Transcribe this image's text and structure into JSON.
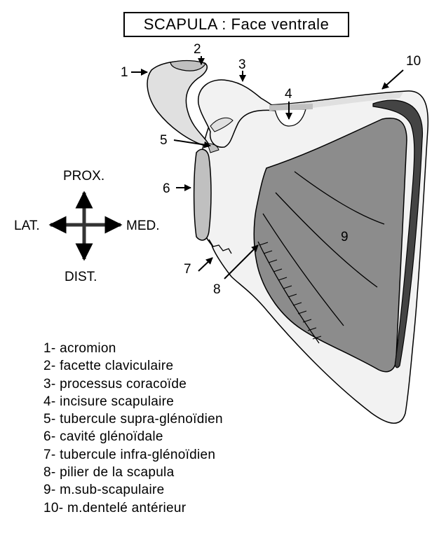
{
  "title": "SCAPULA : Face ventrale",
  "colors": {
    "bone_light": "#f2f2f2",
    "bone_medium": "#e0e0e0",
    "glenoid": "#c0c0c0",
    "subscapularis": "#8c8c8c",
    "serratus": "#444444",
    "outline": "#000000"
  },
  "orientation": {
    "prox": "PROX.",
    "dist": "DIST.",
    "lat": "LAT.",
    "med": "MED."
  },
  "markers": {
    "m1": "1",
    "m2": "2",
    "m3": "3",
    "m4": "4",
    "m5": "5",
    "m6": "6",
    "m7": "7",
    "m8": "8",
    "m9": "9",
    "m10": "10"
  },
  "legend": [
    "1- acromion",
    "2- facette claviculaire",
    "3- processus coracoïde",
    "4- incisure scapulaire",
    "5- tubercule supra-glénoïdien",
    "6- cavité glénoïdale",
    "7- tubercule infra-glénoïdien",
    "8- pilier de la scapula",
    "9- m.sub-scapulaire",
    "10- m.dentelé antérieur"
  ]
}
